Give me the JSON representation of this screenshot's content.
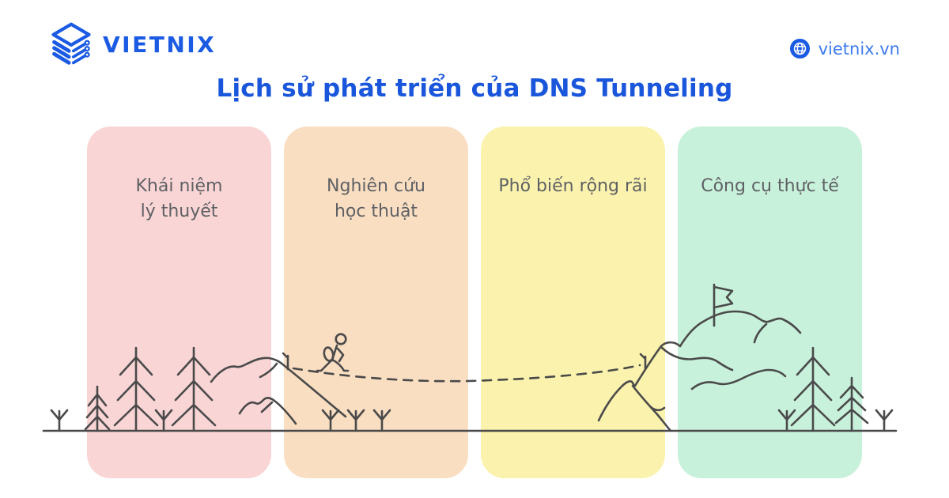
{
  "brand": {
    "name": "VIETNIX",
    "website": "vietnix.vn"
  },
  "title": "Lịch sử phát triển của DNS Tunneling",
  "stages": [
    {
      "label": "Khái niệm\nlý thuyết",
      "color": "#FAD5D5"
    },
    {
      "label": "Nghiên cứu\nhọc thuật",
      "color": "#FADEC2"
    },
    {
      "label": "Phổ biến rộng rãi",
      "color": "#FAF2AD"
    },
    {
      "label": "Công cụ thực tế",
      "color": "#C8F1DB"
    }
  ],
  "colors": {
    "title": "#1A56DB",
    "brand_blue": "#1B5BE3",
    "website_blue": "#3D7BEE",
    "label_text": "#5F6165",
    "artwork_stroke": "#4A4A4A",
    "background": "#FFFFFF"
  },
  "icons": {
    "logo": "layer-stack-icon",
    "website": "globe-icon",
    "journey": "dashed-path",
    "goal": "flag-icon"
  }
}
